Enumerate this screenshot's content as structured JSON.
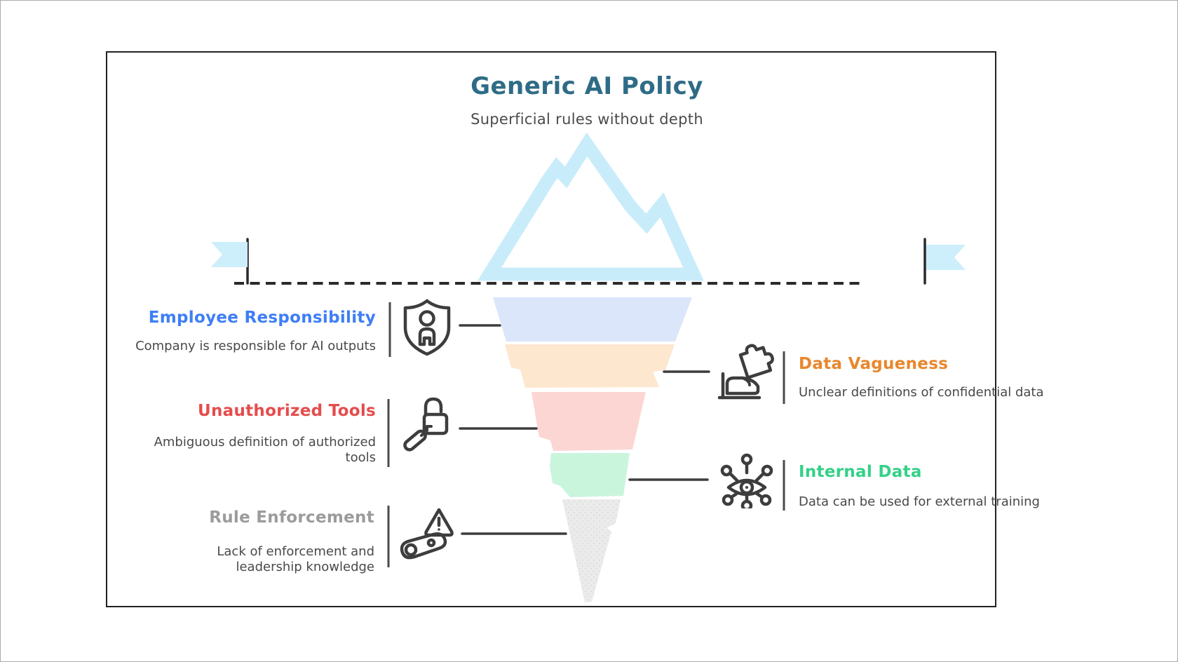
{
  "header": {
    "title": "Generic AI Policy",
    "subtitle": "Superficial rules without depth"
  },
  "sections": {
    "left": [
      {
        "title": "Employee Responsibility",
        "description": "Company is responsible for AI outputs",
        "title_color": "#3e7ef7",
        "icon": "person-shield-icon"
      },
      {
        "title": "Unauthorized Tools",
        "description": "Ambiguous definition of authorized tools",
        "title_color": "#e54c4c",
        "icon": "lock-key-icon"
      },
      {
        "title": "Rule Enforcement",
        "description": "Lack of enforcement and leadership knowledge",
        "title_color": "#9b9b9b",
        "icon": "warning-roller-icon"
      }
    ],
    "right": [
      {
        "title": "Data Vagueness",
        "description": "Unclear definitions of confidential data",
        "title_color": "#e8872e",
        "icon": "puzzle-hand-icon"
      },
      {
        "title": "Internal Data",
        "description": "Data can be used for external training",
        "title_color": "#33d188",
        "icon": "eye-network-icon"
      }
    ]
  },
  "iceberg": {
    "mountain_color": "#c9ecfa",
    "flag_color": "#cdeefb",
    "waterline_color": "#2a2a2a",
    "funnel_segments": [
      {
        "section": "Employee Responsibility",
        "color": "#dbe6fa"
      },
      {
        "section": "Data Vagueness",
        "color": "#fde7cf"
      },
      {
        "section": "Unauthorized Tools",
        "color": "#fcd6d3"
      },
      {
        "section": "Internal Data",
        "color": "#c9f5dd"
      },
      {
        "section": "Rule Enforcement",
        "color": "#eaebea"
      }
    ]
  },
  "palette": {
    "header_title": "#2e6c86",
    "header_subtitle": "#4b4b4b",
    "body_text": "#494949",
    "line": "#3d3d3d"
  }
}
